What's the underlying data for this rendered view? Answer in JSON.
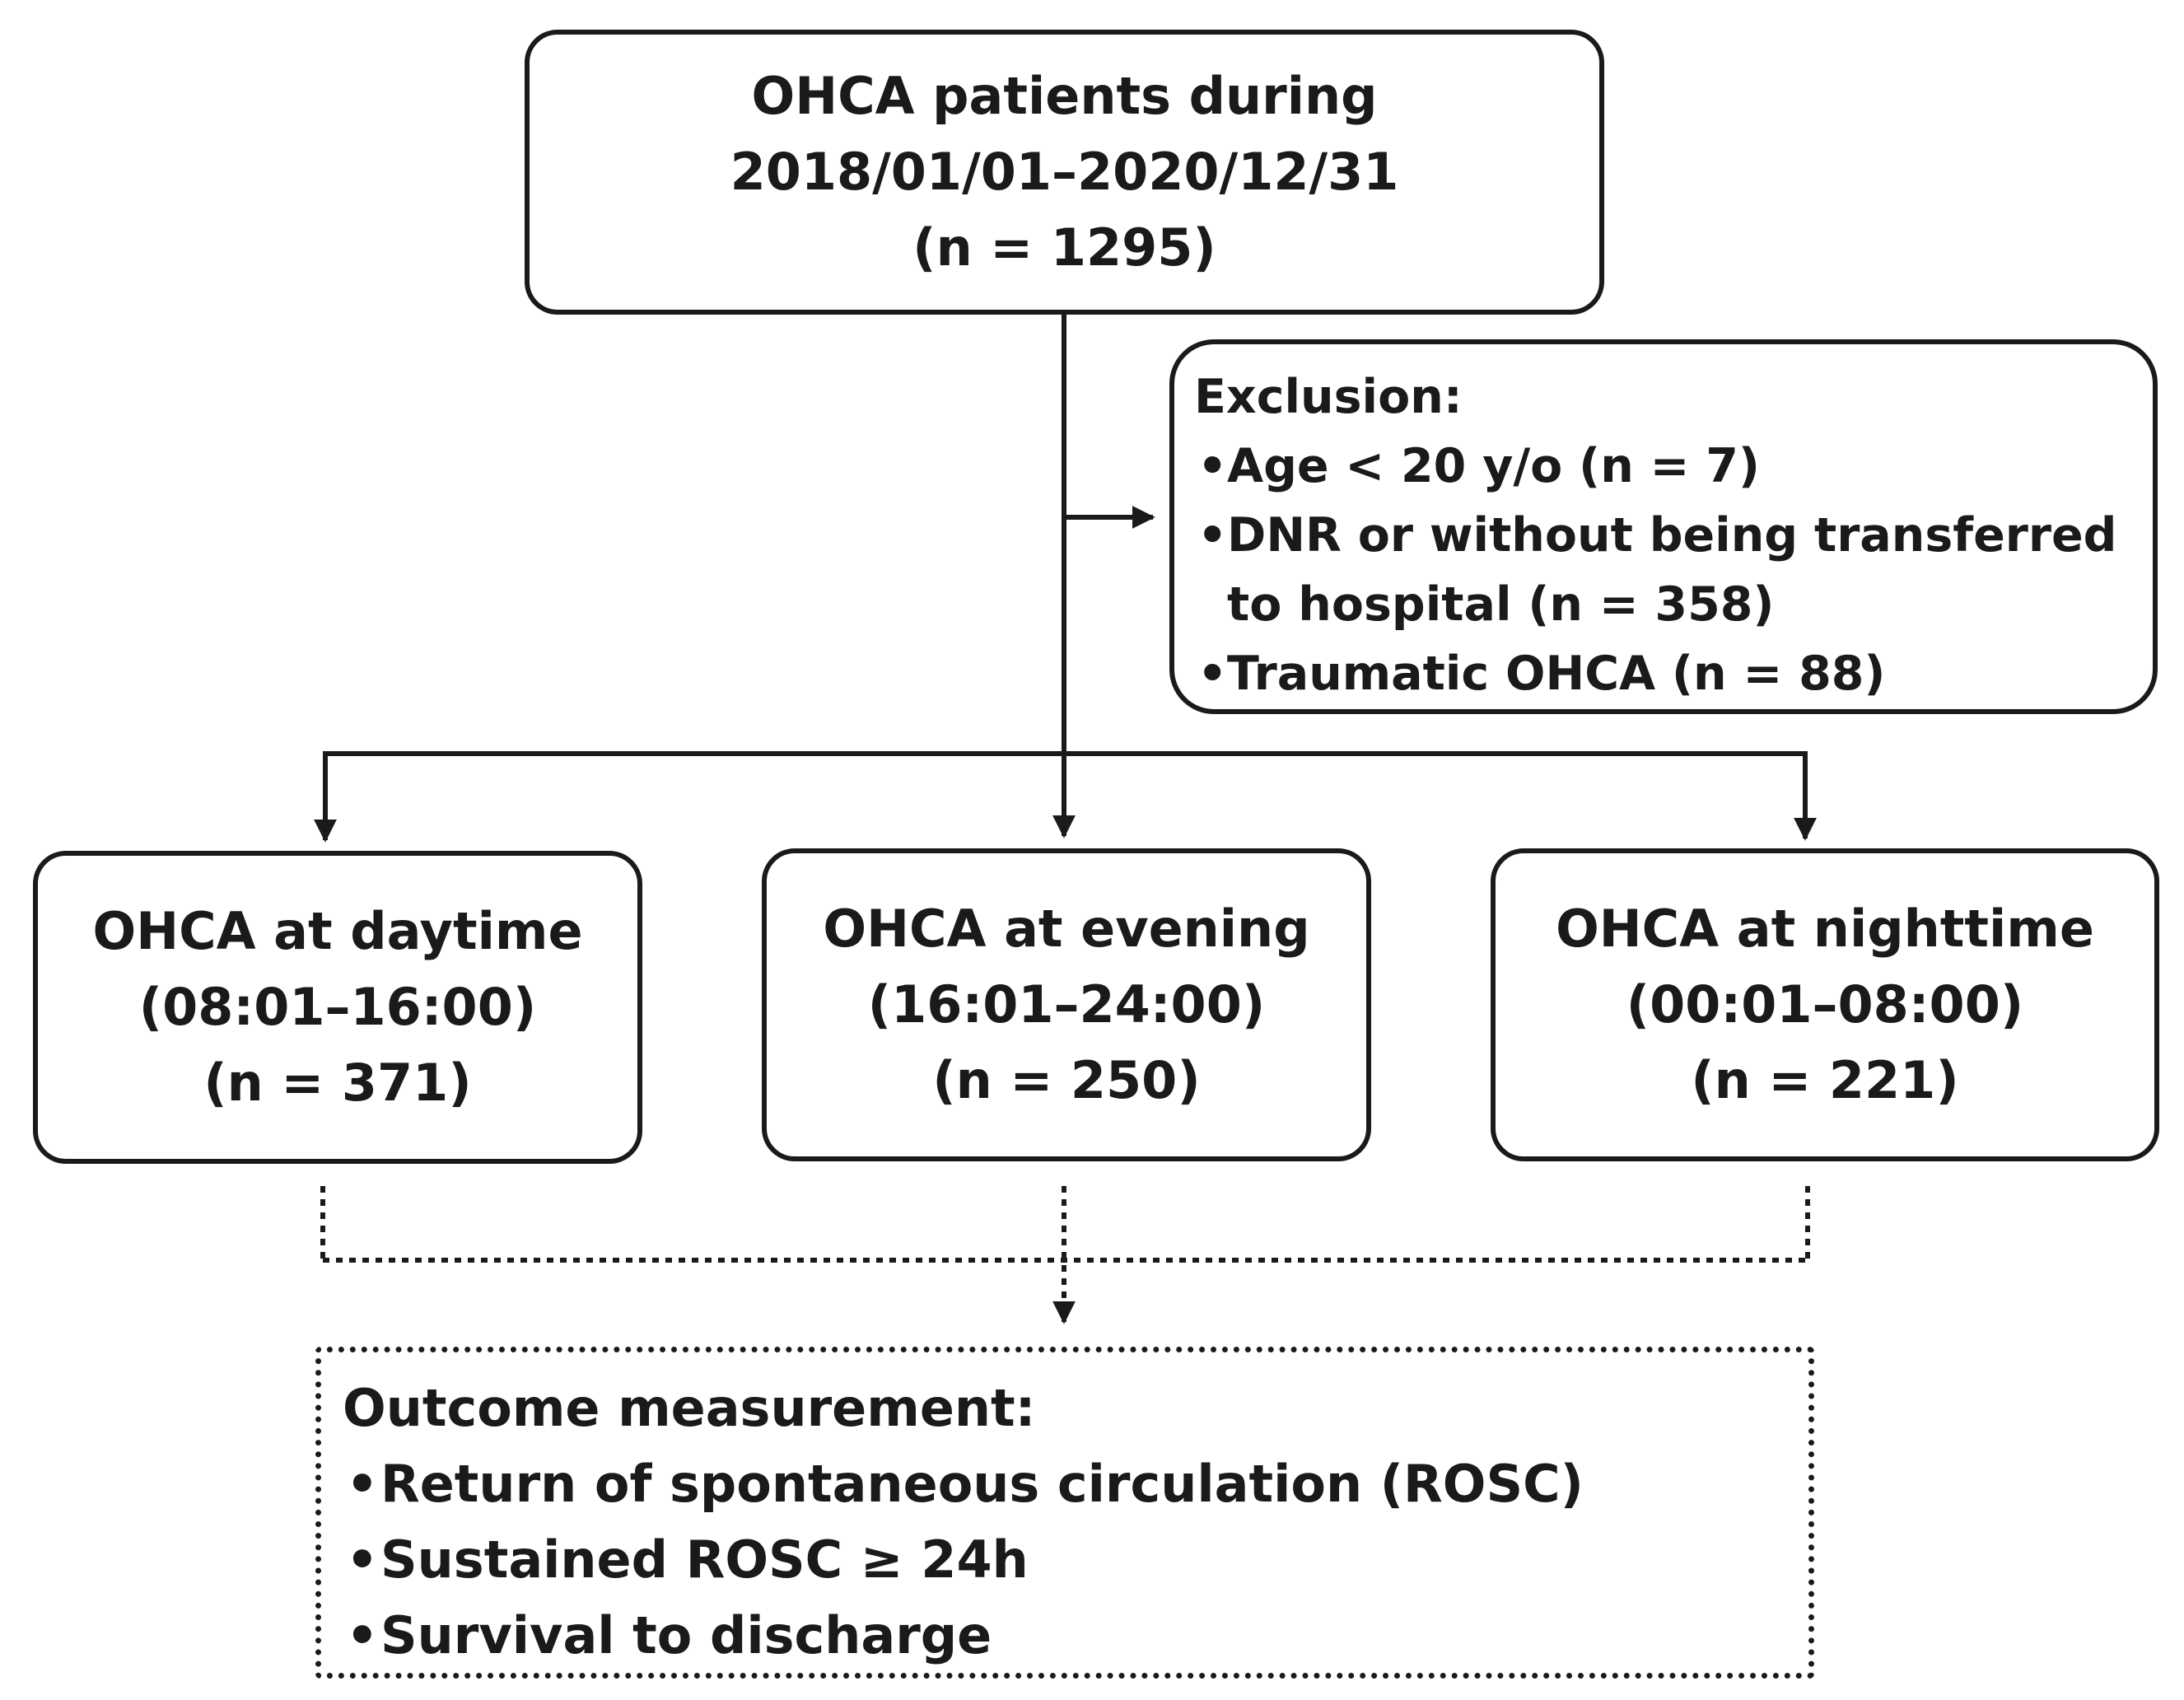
{
  "source": {
    "line1": "OHCA patients during",
    "line2": "2018/01/01–2020/12/31",
    "line3": "(n = 1295)"
  },
  "exclusion": {
    "title": "Exclusion:",
    "items": [
      "Age < 20 y/o (n = 7)",
      "DNR or without being transferred to hospital (n = 358)",
      "Traumatic OHCA (n = 88)"
    ]
  },
  "groups": [
    {
      "name": "OHCA at daytime",
      "time": "(08:01–16:00)",
      "count": "(n = 371)"
    },
    {
      "name": "OHCA at evening",
      "time": "(16:01–24:00)",
      "count": "(n = 250)"
    },
    {
      "name": "OHCA at nighttime",
      "time": "(00:01–08:00)",
      "count": "(n = 221)"
    }
  ],
  "outcome": {
    "title": "Outcome measurement:",
    "items": [
      "Return of spontaneous circulation (ROSC)",
      "Sustained ROSC ≥ 24h",
      "Survival to discharge"
    ]
  }
}
